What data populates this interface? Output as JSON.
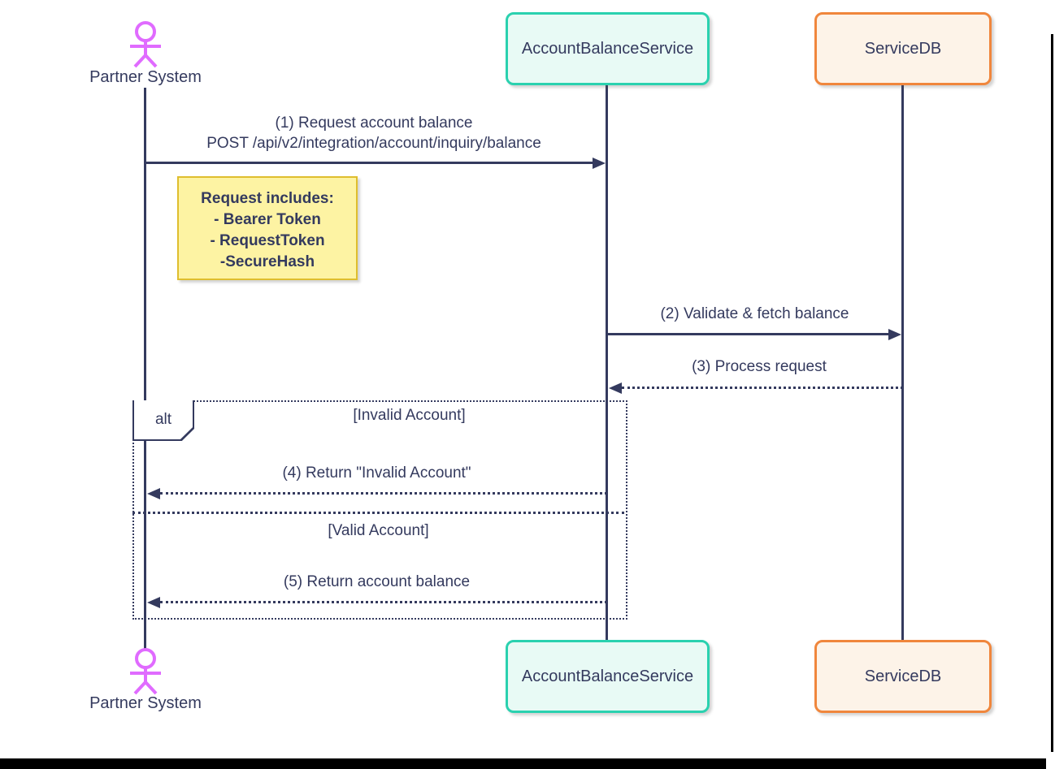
{
  "participants": {
    "partner": {
      "label": "Partner System"
    },
    "service": {
      "label": "AccountBalanceService"
    },
    "db": {
      "label": "ServiceDB"
    }
  },
  "messages": {
    "m1_line1": "(1) Request account balance",
    "m1_line2": "POST /api/v2/integration/account/inquiry/balance",
    "m2": "(2) Validate & fetch balance",
    "m3": "(3) Process request",
    "m4": "(4) Return \"Invalid Account\"",
    "m5": "(5) Return account balance"
  },
  "note": {
    "line1": "Request includes:",
    "line2": "- Bearer Token",
    "line3": "- RequestToken",
    "line4": "-SecureHash"
  },
  "alt": {
    "label": "alt",
    "guard_invalid": "[Invalid Account]",
    "guard_valid": "[Valid Account]"
  },
  "colors": {
    "line_and_text": "#343a5e",
    "actor_figure": "#e06bff",
    "service_border": "#2ad1af",
    "service_fill": "#e8faf5",
    "db_border": "#f0863c",
    "db_fill": "#fdf3e8",
    "note_fill": "#fdf3a3",
    "note_border": "#dfbe2e",
    "frame": "#000000"
  }
}
